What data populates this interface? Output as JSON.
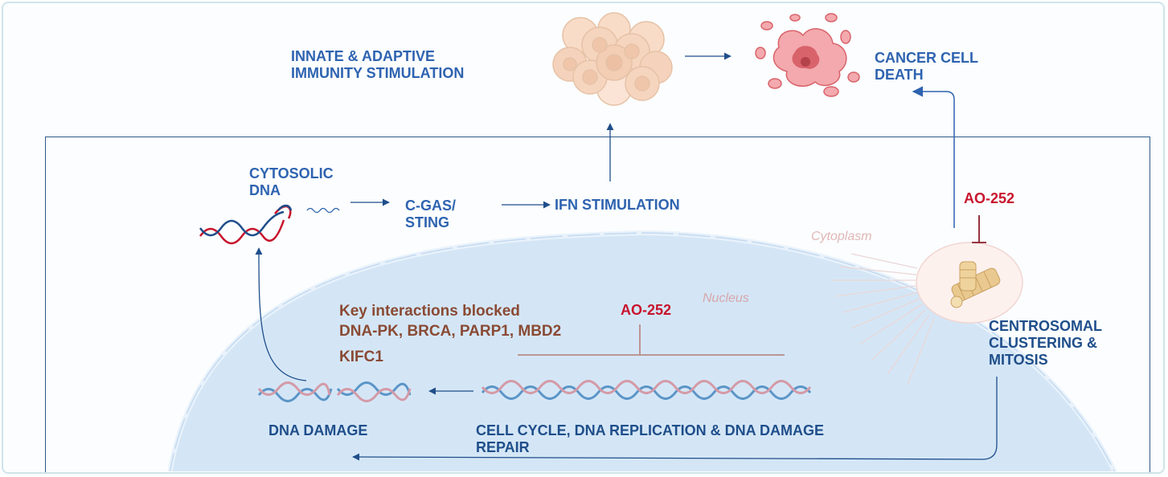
{
  "labels": {
    "immunity_line1": "INNATE & ADAPTIVE",
    "immunity_line2": "IMMUNITY STIMULATION",
    "cancer_line1": "CANCER CELL",
    "cancer_line2": "DEATH",
    "cytosolic_line1": "CYTOSOLIC",
    "cytosolic_line2": "DNA",
    "cgas_line1": "C-GAS/",
    "cgas_line2": "STING",
    "ifn": "IFN STIMULATION",
    "ao252_top": "AO-252",
    "ao252_nucleus": "AO-252",
    "cytoplasm": "Cytoplasm",
    "nucleus": "Nucleus",
    "centrosomal_line1": "CENTROSOMAL",
    "centrosomal_line2": "CLUSTERING &",
    "centrosomal_line3": "MITOSIS",
    "key_line1": "Key interactions blocked",
    "key_line2": "DNA-PK, BRCA, PARP1, MBD2",
    "key_line3": "KIFC1",
    "dna_damage": "DNA DAMAGE",
    "cellcycle_line1": "CELL CYCLE, DNA REPLICATION & DNA DAMAGE",
    "cellcycle_line2": "REPAIR"
  },
  "colors": {
    "label_blue": "#2e63b0",
    "label_navy": "#1f4e8a",
    "inhibitor_red": "#c8142d",
    "blocked_brown": "#8a4a34",
    "nucleus_fill": "#d4e6f6",
    "arrow": "#1f4e8a"
  }
}
